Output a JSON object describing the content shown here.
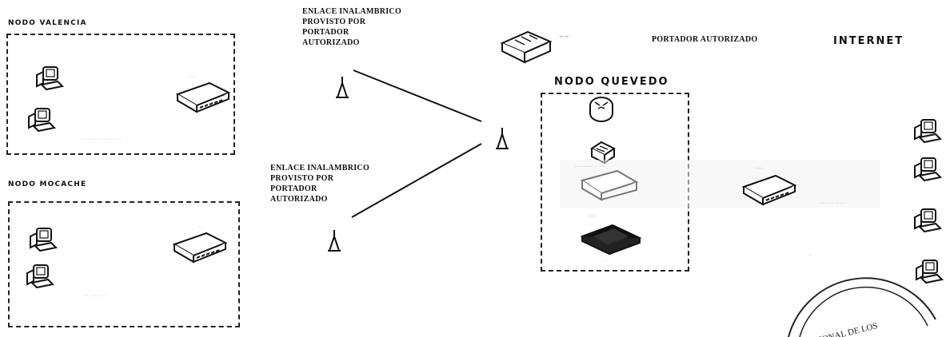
{
  "nodes": {
    "valencia": {
      "title": "NODO VALENCIA"
    },
    "mocache": {
      "title": "NODO MOCACHE"
    },
    "quevedo": {
      "title": "NODO QUEVEDO"
    }
  },
  "internet": {
    "title": "INTERNET"
  },
  "links": {
    "top": [
      "ENLACE INALAMBRICO",
      "PROVISTO POR",
      "PORTADOR",
      "AUTORIZADO"
    ],
    "bottom": [
      "ENLACE INALAMBRICO",
      "PROVISTO POR",
      "PORTADOR",
      "AUTORIZADO"
    ]
  },
  "provider_label": "PORTADOR AUTORIZADO",
  "seal_text": "IONAL DE LOS",
  "icons": {
    "pc": "computer-icon",
    "switch": "switch-icon",
    "router": "router-icon",
    "antenna": "antenna-icon",
    "firewall": "firewall-icon",
    "server": "server-icon"
  }
}
